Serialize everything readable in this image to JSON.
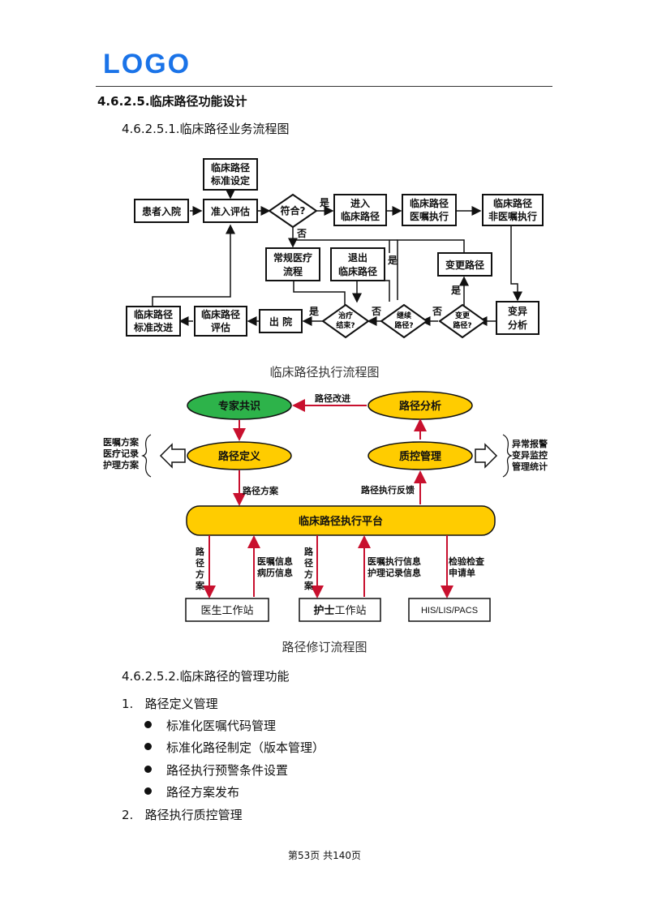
{
  "header": {
    "logo": "LOGO"
  },
  "section": {
    "heading": "4.6.2.5.临床路径功能设计",
    "sub1": "4.6.2.5.1.临床路径业务流程图",
    "sub2": "4.6.2.5.2.临床路径的管理功能"
  },
  "flowchart": {
    "nodes": {
      "standard_setting": [
        "临床路径",
        "标准设定"
      ],
      "admit": "患者入院",
      "assessment": "准入评估",
      "match": "符合?",
      "enter_path": [
        "进入",
        "临床路径"
      ],
      "path_orders": [
        "临床路径",
        "医嘱执行"
      ],
      "non_path_orders": [
        "临床路径",
        "非医嘱执行"
      ],
      "routine": [
        "常规医疗",
        "流程"
      ],
      "exit_path": [
        "退出",
        "临床路径"
      ],
      "change_path": "变更路径",
      "variance": [
        "变异",
        "分析"
      ],
      "change_q": [
        "变更",
        "路径?"
      ],
      "continue_q": [
        "继续",
        "路径?"
      ],
      "treat_end": [
        "治疗",
        "结束?"
      ],
      "discharge": "出 院",
      "path_eval": [
        "临床路径",
        "评估"
      ],
      "std_improve": [
        "临床路径",
        "标准改进"
      ]
    },
    "labels": {
      "yes": "是",
      "no": "否"
    },
    "caption": "临床路径执行流程图"
  },
  "exec_diagram": {
    "consensus": "专家共识",
    "path_analysis": "路径分析",
    "path_improve": "路径改进",
    "path_define": "路径定义",
    "qc": "质控管理",
    "left_plans": [
      "医嘱方案",
      "医疗记录",
      "护理方案"
    ],
    "right_items": [
      "异常报警",
      "变异监控",
      "管理统计"
    ],
    "path_plan": "路径方案",
    "exec_feedback": "路径执行反馈",
    "platform": "临床路径执行平台",
    "plan_vertical": [
      "路",
      "径",
      "方",
      "案"
    ],
    "doctor_info": [
      "医嘱信息",
      "病历信息"
    ],
    "nurse_info": [
      "医嘱执行信息",
      "护理记录信息"
    ],
    "exam_request": [
      "检验检查",
      "申请单"
    ],
    "doctor_ws": "医生工作站",
    "nurse_ws_bold": "护士",
    "nurse_ws_rest": "工作站",
    "his": "HIS/LIS/PACS",
    "caption": "路径修订流程图",
    "colors": {
      "green": "#2db34a",
      "yellow": "#ffcc00",
      "red": "#c8102e"
    }
  },
  "management": {
    "items": [
      {
        "num": "1.",
        "title": "路径定义管理",
        "bullets": [
          "标准化医嘱代码管理",
          "标准化路径制定（版本管理）",
          "路径执行预警条件设置",
          "路径方案发布"
        ]
      },
      {
        "num": "2.",
        "title": "路径执行质控管理"
      }
    ]
  },
  "footer": {
    "page": "第53页 共140页"
  }
}
